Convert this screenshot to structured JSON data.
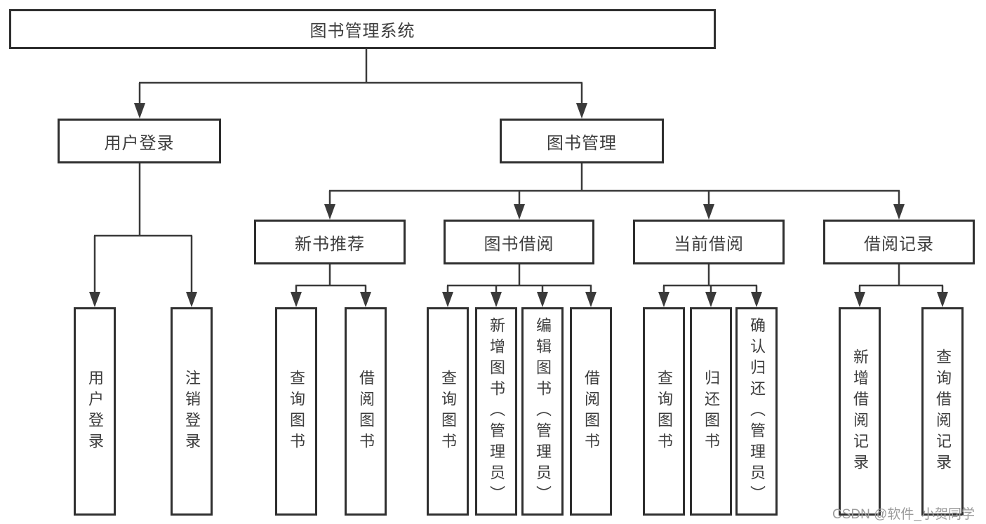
{
  "diagram": {
    "root": {
      "label": "图书管理系统"
    },
    "branches": [
      {
        "label": "用户登录",
        "leaves": [
          {
            "label": "用户登录"
          },
          {
            "label": "注销登录"
          }
        ]
      },
      {
        "label": "图书管理",
        "groups": [
          {
            "label": "新书推荐",
            "leaves": [
              {
                "label": "查询图书"
              },
              {
                "label": "借阅图书"
              }
            ]
          },
          {
            "label": "图书借阅",
            "leaves": [
              {
                "label": "查询图书"
              },
              {
                "label": "新增图书（管理员）"
              },
              {
                "label": "编辑图书（管理员）"
              },
              {
                "label": "借阅图书"
              }
            ]
          },
          {
            "label": "当前借阅",
            "leaves": [
              {
                "label": "查询图书"
              },
              {
                "label": "归还图书"
              },
              {
                "label": "确认归还（管理员）"
              }
            ]
          },
          {
            "label": "借阅记录",
            "leaves": [
              {
                "label": "新增借阅记录"
              },
              {
                "label": "查询借阅记录"
              }
            ]
          }
        ]
      }
    ]
  },
  "watermark": {
    "text": "CSDN @软件_小贺同学"
  },
  "colors": {
    "line": "#3a3a3a",
    "box_border": "#2f2f2f",
    "text": "#3d3d3d",
    "watermark": "#9b9b9b",
    "background": "#ffffff"
  }
}
